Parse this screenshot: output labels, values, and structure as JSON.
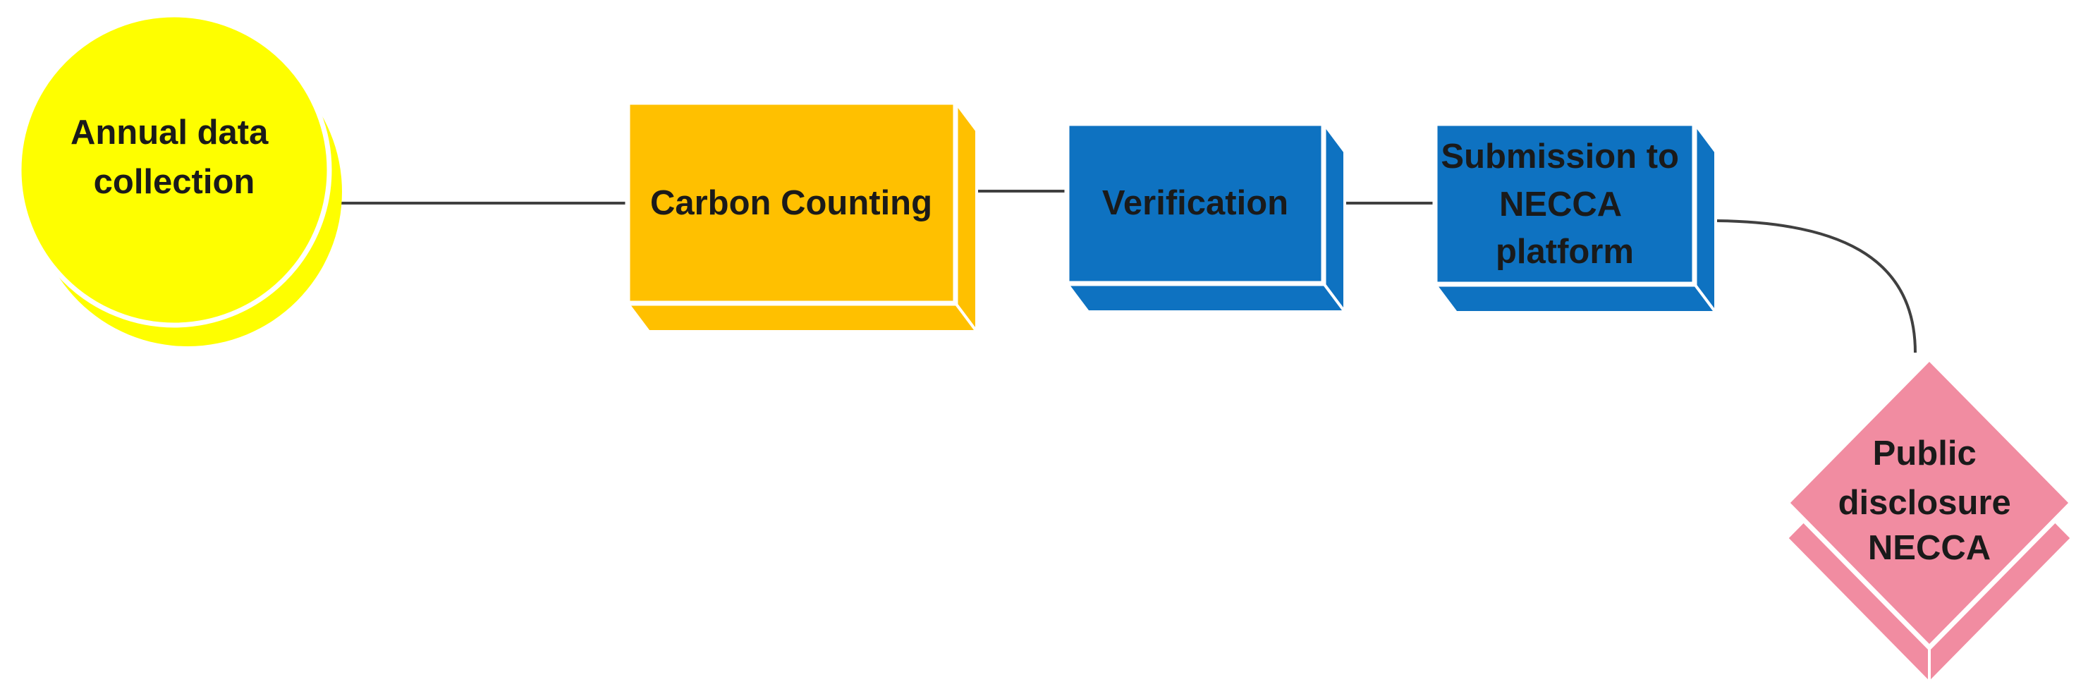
{
  "diagram": {
    "type": "process-flowchart",
    "background": "#ffffff",
    "colors": {
      "yellow": "#fefe00",
      "orange": "#ffc000",
      "blue": "#0e72c1",
      "pink": "#f18ca1",
      "connector": "#404040",
      "text": "#1a1a1a",
      "separator": "#ffffff"
    },
    "nodes": [
      {
        "id": "annual-data-collection",
        "shape": "circle-3d",
        "fill": "#fefe00",
        "lines": [
          "Annual data",
          "collection"
        ]
      },
      {
        "id": "carbon-counting",
        "shape": "box-3d",
        "fill": "#ffc000",
        "lines": [
          "Carbon Counting"
        ]
      },
      {
        "id": "verification",
        "shape": "box-3d",
        "fill": "#0e72c1",
        "lines": [
          "Verification"
        ]
      },
      {
        "id": "submission-necca",
        "shape": "box-3d",
        "fill": "#0e72c1",
        "lines": [
          "Submission to",
          "NECCA",
          "platform"
        ]
      },
      {
        "id": "public-disclosure",
        "shape": "diamond-3d",
        "fill": "#f18ca1",
        "lines": [
          "Public",
          "disclosure",
          "NECCA"
        ]
      }
    ],
    "edges": [
      {
        "from": "annual-data-collection",
        "to": "carbon-counting",
        "style": "straight"
      },
      {
        "from": "carbon-counting",
        "to": "verification",
        "style": "straight"
      },
      {
        "from": "verification",
        "to": "submission-necca",
        "style": "straight"
      },
      {
        "from": "submission-necca",
        "to": "public-disclosure",
        "style": "curved"
      }
    ]
  }
}
